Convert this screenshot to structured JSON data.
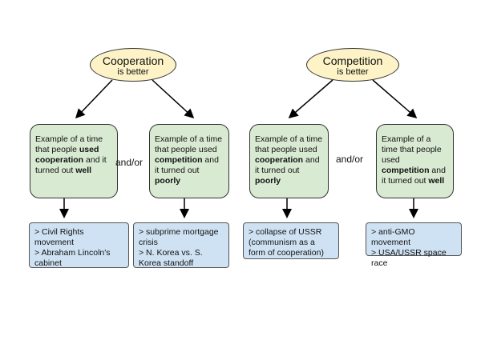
{
  "ellipses": [
    {
      "main": "Cooperation",
      "sub": "is better"
    },
    {
      "main": "Competition",
      "sub": "is better"
    }
  ],
  "green_boxes": [
    {
      "pre": "Example of a time that people ",
      "bold1": "used cooperation",
      "mid": " and it turned out ",
      "bold2": "well"
    },
    {
      "pre": "Example of a time that people used ",
      "bold1": "competition",
      "mid": " and it turned out ",
      "bold2": "poorly"
    },
    {
      "pre": "Example of a time that people used ",
      "bold1": "cooperation",
      "mid": " and it turned out ",
      "bold2": "poorly"
    },
    {
      "pre": "Example of a time that people used ",
      "bold1": "competition",
      "mid": " and it turned out ",
      "bold2": "well"
    }
  ],
  "connectors": [
    "and/or",
    "and/or"
  ],
  "blue_boxes": [
    {
      "items": [
        "> Civil Rights movement",
        "> Abraham Lincoln's cabinet"
      ]
    },
    {
      "items": [
        "> subprime mortgage crisis",
        "> N. Korea vs. S. Korea standoff"
      ]
    },
    {
      "items": [
        "> collapse of USSR (communism as a form of cooperation)"
      ]
    },
    {
      "items": [
        "> anti-GMO movement",
        "> USA/USSR space race"
      ]
    }
  ]
}
